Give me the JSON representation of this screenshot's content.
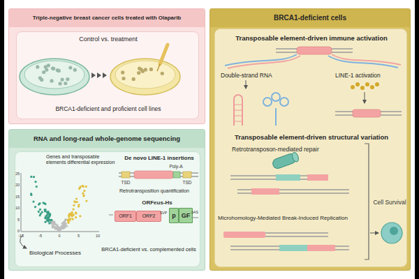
{
  "diagram": {
    "nodes": [
      {
        "text": [
          "Triple-negative breast cancer cells treated with Olaparib"
        ]
      },
      {
        "text": [
          "Control vs. treatment",
          "BRCA1-deficient and proficient cell lines"
        ],
        "in": 0
      },
      {
        "text": [
          "RNA and long-read whole-genome sequencing"
        ]
      },
      {
        "text": [
          "Genes and transposable elements differential expression",
          "Biological Processes",
          "De novo LINE-1 insertions",
          "Retrotransposition quantification",
          "BRCA1-deficient vs. complemented cells"
        ],
        "in": 2
      },
      {
        "text": [
          "ORF1"
        ],
        "in": 3
      },
      {
        "text": [
          "ORF2"
        ],
        "in": 3
      },
      {
        "text": [
          "p"
        ],
        "in": 3
      },
      {
        "text": [
          "GF"
        ],
        "in": 3
      },
      {
        "text": [
          "BRCA1-deficient cells"
        ]
      },
      {
        "text": [
          "Transposable element-driven immune activation",
          "Double-strand RNA",
          "LINE-1 activation",
          "Transposable element-driven structural variation",
          "Retrotransposon-mediated repair",
          "Microhomology-Mediated Break-Induced Replication"
        ],
        "in": 8
      }
    ],
    "labels": [
      "25",
      "20",
      "15",
      "10",
      "5",
      "0",
      "-10",
      "-5",
      "0",
      "5",
      "10",
      "TSD",
      "Poly-A",
      "TSD",
      "ORFeus-Hs",
      "SVP",
      "pAS",
      "Cell Survival"
    ]
  }
}
